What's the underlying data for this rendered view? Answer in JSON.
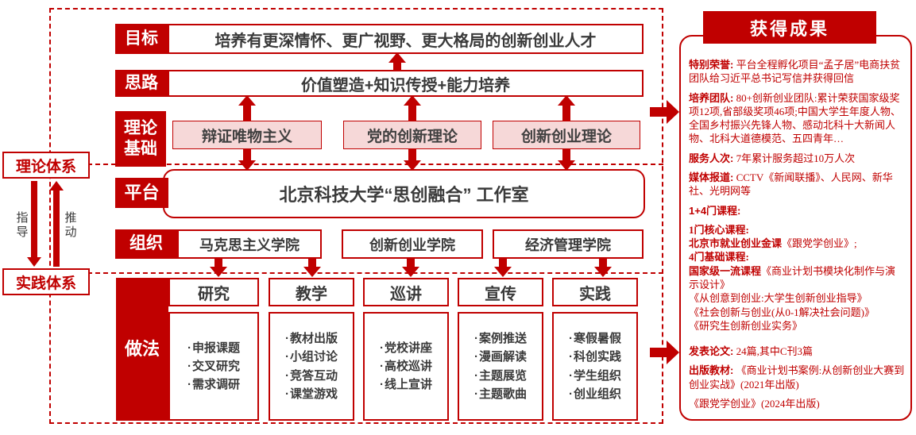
{
  "colors": {
    "accent_red": "#C00000",
    "pink_fill": "#F6D8D8",
    "text_dark": "#3A3A3A"
  },
  "left_system": {
    "theory_label": "理论体系",
    "practice_label": "实践体系",
    "guide_label": "指导",
    "push_label": "推动"
  },
  "flow": {
    "goal": {
      "label": "目标",
      "text": "培养有更深情怀、更广视野、更大格局的创新创业人才"
    },
    "approach": {
      "label": "思路",
      "text": "价值塑造+知识传授+能力培养"
    },
    "theory_basis": {
      "label": "理论基础",
      "items": [
        "辩证唯物主义",
        "党的创新理论",
        "创新创业理论"
      ]
    },
    "platform": {
      "label": "平台",
      "text": "北京科技大学“思创融合” 工作室"
    },
    "organization": {
      "label": "组织",
      "items": [
        "马克思主义学院",
        "创新创业学院",
        "经济管理学院"
      ]
    },
    "practice": {
      "label": "做法",
      "columns": [
        {
          "title": "研究",
          "items": [
            "申报课题",
            "交叉研究",
            "需求调研"
          ]
        },
        {
          "title": "教学",
          "items": [
            "教材出版",
            "小组讨论",
            "竞答互动",
            "课堂游戏"
          ]
        },
        {
          "title": "巡讲",
          "items": [
            "党校讲座",
            "高校巡讲",
            "线上宣讲"
          ]
        },
        {
          "title": "宣传",
          "items": [
            "案例推送",
            "漫画解读",
            "主题展览",
            "主题歌曲"
          ]
        },
        {
          "title": "实践",
          "items": [
            "寒假暑假",
            "科创实践",
            "学生组织",
            "创业组织"
          ]
        }
      ]
    }
  },
  "results": {
    "title": "获得成果",
    "special_honor": {
      "label": "特别荣誉:",
      "text": "平台全程孵化项目“孟子居”电商扶贫团队给习近平总书记写信并获得回信"
    },
    "teams": {
      "label": "培养团队:",
      "text": "80+创新创业团队:累计荣获国家级奖项12项,省部级奖项46项;中国大学生年度人物、全国乡村振兴先锋人物、感动北科十大新闻人物、北科大道德模范、五四青年…"
    },
    "service": {
      "label": "服务人次:",
      "text": "7年累计服务超过10万人次"
    },
    "media": {
      "label": "媒体报道:",
      "text": "CCTV《新闻联播》、人民网、新华社、光明网等"
    },
    "courses": {
      "header": "1+4门课程:",
      "core_label": "1门核心课程:",
      "core_strong": "北京市就业创业金课",
      "core_title": "《跟党学创业》;",
      "basic_label": "4门基础课程:",
      "basic_strong": "国家级一流课程",
      "basic_title": "《商业计划书模块化制作与演示设计》",
      "basic_more": [
        "《从创意到创业:大学生创新创业指导》",
        "《社会创新与创业(从0-1解决社会问题)》",
        "《研究生创新创业实务》"
      ]
    },
    "papers": {
      "label": "发表论文:",
      "text": "24篇,其中C刊3篇"
    },
    "textbooks": {
      "label": "出版教材:",
      "text": "《商业计划书案例:从创新创业大赛到创业实战》(2021年出版)"
    },
    "textbooks_more": "《跟党学创业》(2024年出版)"
  }
}
